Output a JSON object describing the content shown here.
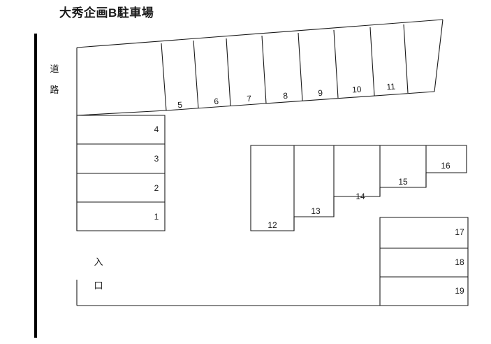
{
  "title": "大秀企画B駐車場",
  "labels": {
    "road": [
      "道",
      "路"
    ],
    "entrance": [
      "入",
      "口"
    ]
  },
  "colors": {
    "line": "#1a1a1a",
    "road_line": "#000000",
    "background": "#ffffff",
    "text": "#1a1a1a"
  },
  "stalls": {
    "left_column": [
      {
        "number": "4"
      },
      {
        "number": "3"
      },
      {
        "number": "2"
      },
      {
        "number": "1"
      }
    ],
    "angled_row": [
      {
        "number": "5"
      },
      {
        "number": "6"
      },
      {
        "number": "7"
      },
      {
        "number": "8"
      },
      {
        "number": "9"
      },
      {
        "number": "10"
      },
      {
        "number": "11"
      },
      {
        "number": ""
      }
    ],
    "middle_stair": [
      {
        "number": "12"
      },
      {
        "number": "13"
      },
      {
        "number": "14"
      },
      {
        "number": "15"
      },
      {
        "number": "16"
      }
    ],
    "right_column": [
      {
        "number": "17"
      },
      {
        "number": "18"
      },
      {
        "number": "19"
      }
    ]
  }
}
